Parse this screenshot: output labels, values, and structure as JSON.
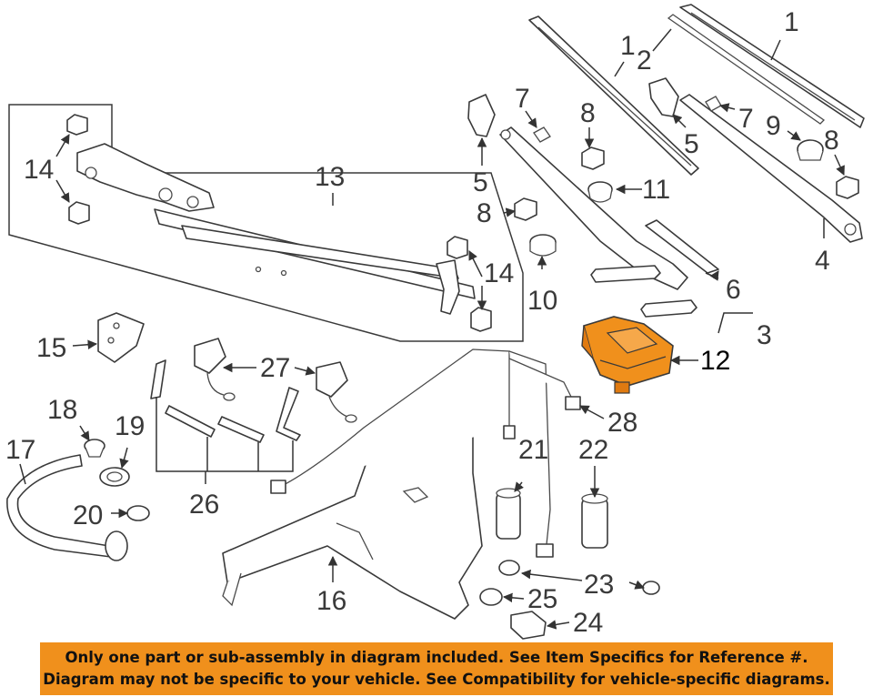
{
  "callouts": [
    {
      "id": "c1a",
      "label": "1"
    },
    {
      "id": "c1b",
      "label": "1"
    },
    {
      "id": "c2",
      "label": "2"
    },
    {
      "id": "c3",
      "label": "3"
    },
    {
      "id": "c4",
      "label": "4"
    },
    {
      "id": "c5a",
      "label": "5"
    },
    {
      "id": "c5b",
      "label": "5"
    },
    {
      "id": "c6",
      "label": "6"
    },
    {
      "id": "c7a",
      "label": "7"
    },
    {
      "id": "c7b",
      "label": "7"
    },
    {
      "id": "c8a",
      "label": "8"
    },
    {
      "id": "c8b",
      "label": "8"
    },
    {
      "id": "c8c",
      "label": "8"
    },
    {
      "id": "c9",
      "label": "9"
    },
    {
      "id": "c10",
      "label": "10"
    },
    {
      "id": "c11",
      "label": "11"
    },
    {
      "id": "c12",
      "label": "12"
    },
    {
      "id": "c13",
      "label": "13"
    },
    {
      "id": "c14a",
      "label": "14"
    },
    {
      "id": "c14b",
      "label": "14"
    },
    {
      "id": "c15",
      "label": "15"
    },
    {
      "id": "c16",
      "label": "16"
    },
    {
      "id": "c17",
      "label": "17"
    },
    {
      "id": "c18",
      "label": "18"
    },
    {
      "id": "c19",
      "label": "19"
    },
    {
      "id": "c20",
      "label": "20"
    },
    {
      "id": "c21",
      "label": "21"
    },
    {
      "id": "c22",
      "label": "22"
    },
    {
      "id": "c23",
      "label": "23"
    },
    {
      "id": "c24",
      "label": "24"
    },
    {
      "id": "c25",
      "label": "25"
    },
    {
      "id": "c26",
      "label": "26"
    },
    {
      "id": "c27",
      "label": "27"
    },
    {
      "id": "c28",
      "label": "28"
    }
  ],
  "highlight_color": "#f0901c",
  "footer": {
    "line1": "Only one part or sub-assembly in diagram included. See Item Specifics for Reference #.",
    "line2": "Diagram may not be specific to your vehicle. See Compatibility for vehicle-specific diagrams."
  }
}
